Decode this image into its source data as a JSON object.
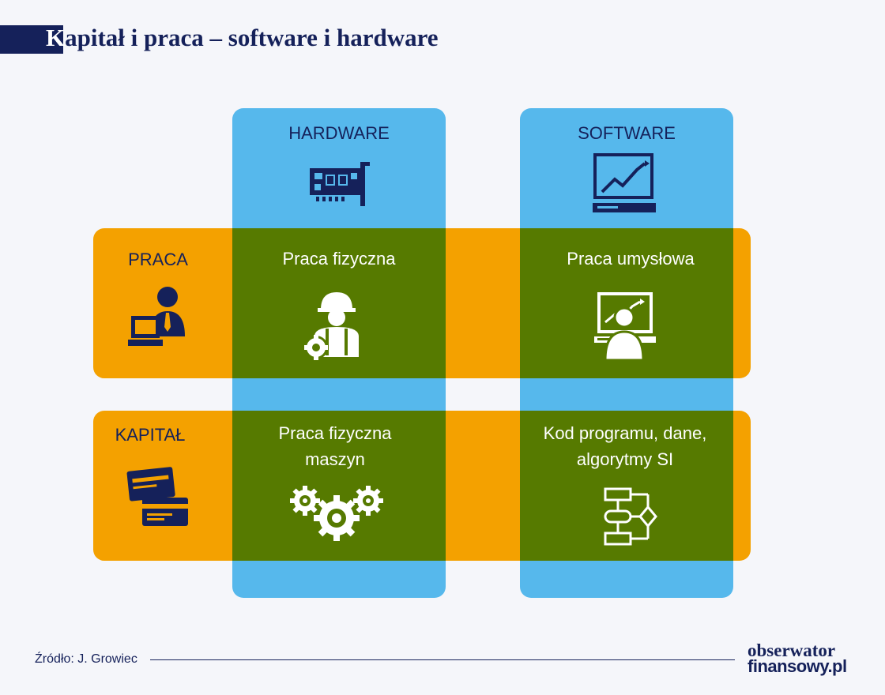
{
  "title": {
    "first_letter": "K",
    "rest": "apitał i praca – software i hardware"
  },
  "colors": {
    "navy": "#15215a",
    "blue": "#56b8ec",
    "orange": "#f4a100",
    "green": "#567a00",
    "white": "#ffffff"
  },
  "columns": [
    {
      "label": "HARDWARE",
      "icon": "circuit-board-icon"
    },
    {
      "label": "SOFTWARE",
      "icon": "chart-monitor-icon"
    }
  ],
  "rows": [
    {
      "label": "PRACA",
      "icon": "office-worker-icon"
    },
    {
      "label": "KAPITAŁ",
      "icon": "credit-cards-icon"
    }
  ],
  "cells": {
    "praca_hardware": {
      "line1": "Praca fizyczna",
      "line2": "",
      "icon": "construction-worker-icon"
    },
    "praca_software": {
      "line1": "Praca umysłowa",
      "line2": "",
      "icon": "presenter-icon"
    },
    "kapital_hardware": {
      "line1": "Praca fizyczna",
      "line2": "maszyn",
      "icon": "gears-icon"
    },
    "kapital_software": {
      "line1": "Kod programu, dane,",
      "line2": "algorytmy SI",
      "icon": "flowchart-icon"
    }
  },
  "footer": {
    "source": "Źródło: J. Growiec",
    "logo_line1": "obserwator",
    "logo_line2": "finansowy.pl"
  }
}
